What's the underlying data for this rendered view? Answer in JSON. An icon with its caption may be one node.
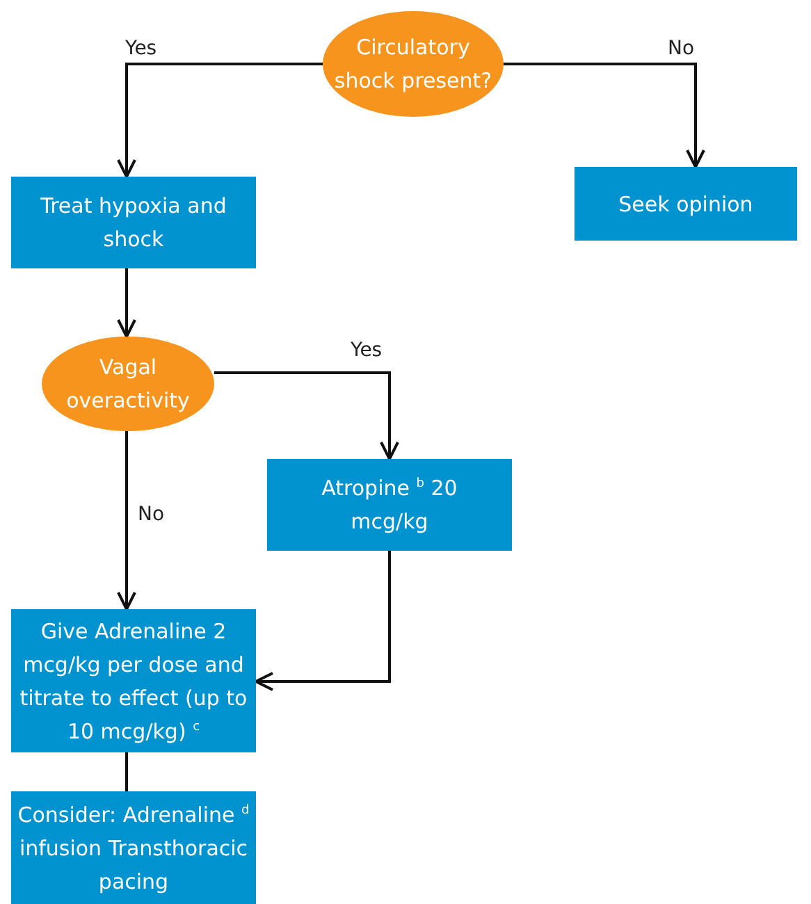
{
  "diagram": {
    "nodes": [
      {
        "text": [
          "Circulatory shock present?"
        ]
      },
      {
        "text": [
          "Treat hypoxia and shock"
        ]
      },
      {
        "text": [
          "Seek opinion"
        ]
      },
      {
        "text": [
          "Vagal overactivity"
        ]
      },
      {
        "text": [
          "Atropine $^{b}$ 20 mcg/kg"
        ]
      },
      {
        "text": [
          "Give Adrenaline 2 mcg/kg per dose and titrate to effect (up to 10 mcg/kg) $^{c}$"
        ]
      },
      {
        "text": [
          "Consider: Adrenaline $^{d}$ infusion Transthoracic pacing"
        ]
      }
    ],
    "edges": [
      {
        "from": 0,
        "to": 1,
        "arrow": "to",
        "label": "Yes"
      },
      {
        "from": 0,
        "to": 2,
        "arrow": "to",
        "label": "No"
      },
      {
        "from": 1,
        "to": 3,
        "arrow": "to"
      },
      {
        "from": 3,
        "to": 4,
        "arrow": "to",
        "label": "Yes"
      },
      {
        "from": 3,
        "to": 5,
        "arrow": "to",
        "label": "No"
      },
      {
        "from": 4,
        "to": 5,
        "arrow": "to"
      },
      {
        "from": 5,
        "to": 6,
        "arrow": "none"
      }
    ]
  }
}
